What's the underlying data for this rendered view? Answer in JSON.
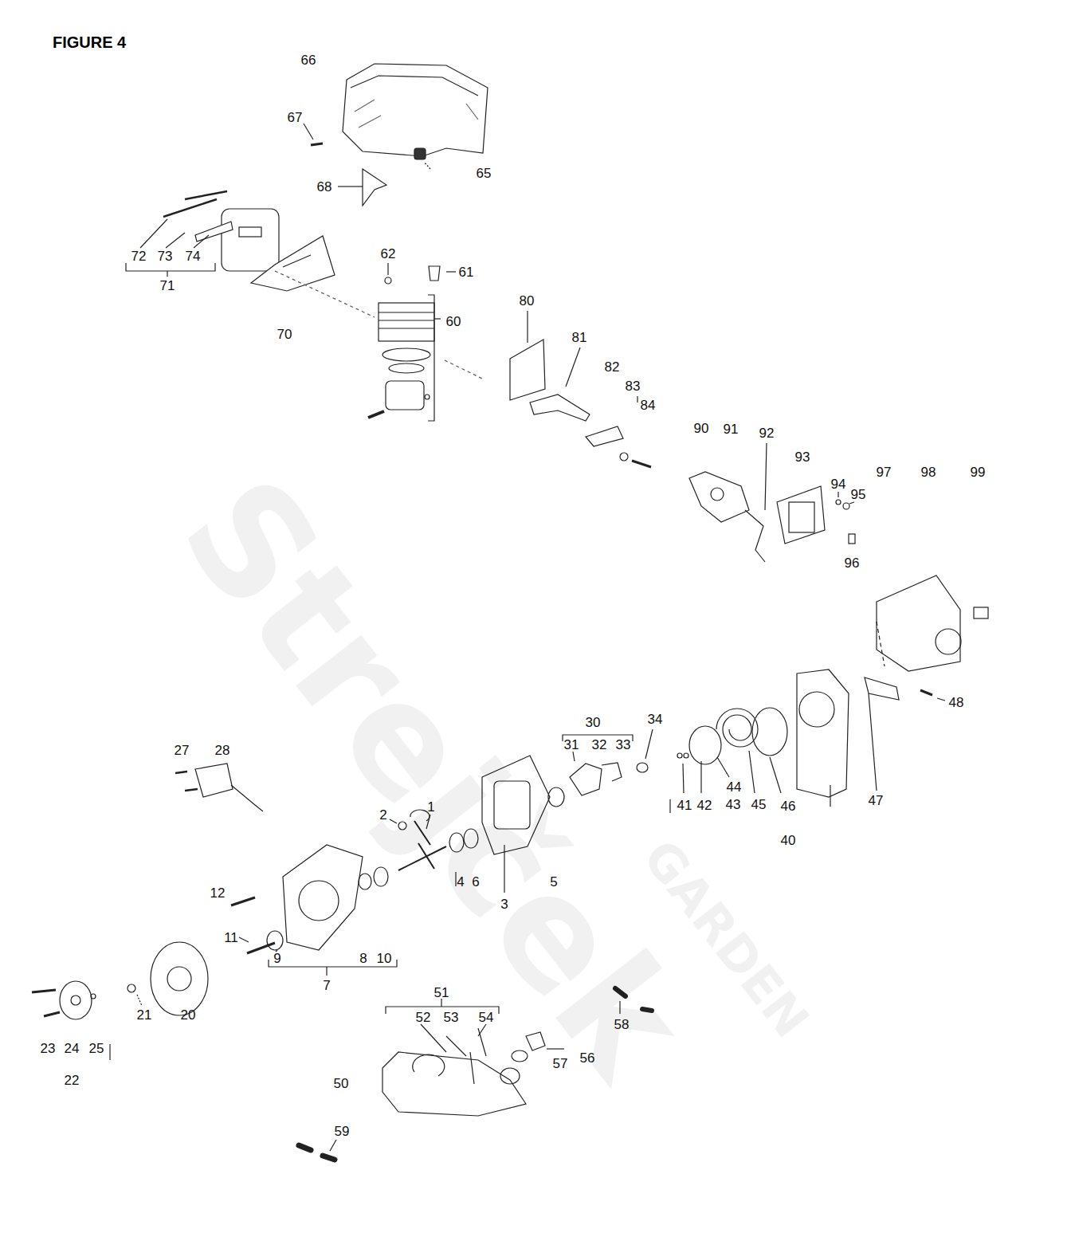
{
  "diagram": {
    "title": "FIGURE 4",
    "labels": [
      "66",
      "67",
      "65",
      "68",
      "72",
      "73",
      "74",
      "71",
      "62",
      "61",
      "60",
      "70",
      "80",
      "81",
      "82",
      "83",
      "84",
      "90",
      "91",
      "92",
      "93",
      "94",
      "95",
      "97",
      "98",
      "99",
      "96",
      "48",
      "30",
      "31",
      "32",
      "33",
      "34",
      "27",
      "28",
      "2",
      "1",
      "41",
      "42",
      "44",
      "43",
      "45",
      "46",
      "47",
      "40",
      "4",
      "6",
      "3",
      "5",
      "12",
      "11",
      "9",
      "8",
      "10",
      "7",
      "51",
      "52",
      "53",
      "54",
      "58",
      "21",
      "20",
      "23",
      "24",
      "25",
      "22",
      "57",
      "56",
      "50",
      "59",
      "Strejček",
      "GARDEN"
    ]
  }
}
